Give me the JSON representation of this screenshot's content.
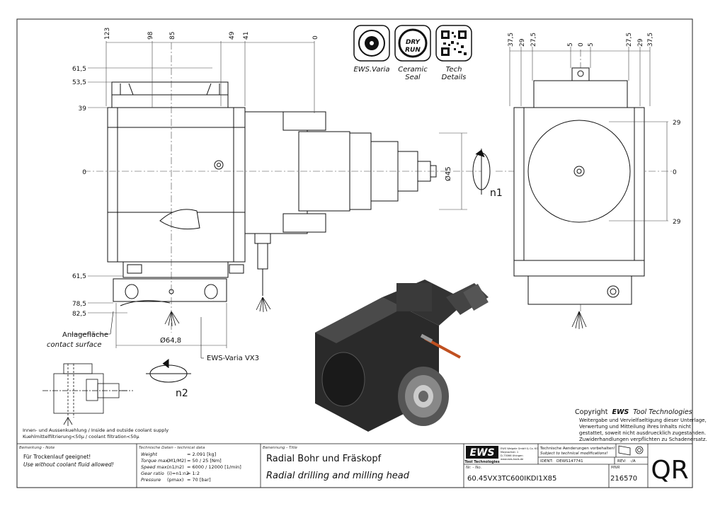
{
  "dims_top_left": [
    "123",
    "98",
    "85",
    "49",
    "41",
    "0"
  ],
  "dims_left_side": [
    "61,5",
    "53,5",
    "39",
    "0",
    "61,5",
    "78,5",
    "82,5"
  ],
  "dims_top_right": [
    "37,5",
    "29",
    "27,5",
    "5",
    "0",
    "5",
    "27,5",
    "29",
    "37,5"
  ],
  "dims_right_side": [
    "29",
    "0",
    "29"
  ],
  "diameter_45": "Ø45",
  "diameter_64": "Ø64,8",
  "n1": "n1",
  "n2": "n2",
  "anlage_de": "Anlagefläche",
  "anlage_en": "contact surface",
  "ews_varia_vx3": "EWS-Varia VX3",
  "icons": [
    {
      "name": "ews-varia-icon",
      "line1": "EWS.Varia",
      "line2": ""
    },
    {
      "name": "ceramic-seal-icon",
      "line1": "Ceramic",
      "line2": "Seal"
    },
    {
      "name": "tech-details-qr-icon",
      "line1": "Tech",
      "line2": "Details"
    }
  ],
  "dry_run_badge": [
    "DRY",
    "RUN"
  ],
  "coolant_note_1": "Innen- und Aussenkuehlung / Inside and outside coolant supply",
  "coolant_note_2": "Kuehlmittelfiltrierung<50µ / coolant filtration<50µ",
  "copyright_prefix": "Copyright",
  "copyright_brand": "EWS",
  "copyright_rest": "Tool Technologies",
  "copyright_lines": [
    "Weitergabe und Vervielfaeltigung dieser Unterlage,",
    "Verwertung und Mitteilung ihres Inhalts nicht",
    "gestattet, soweit nicht ausdruecklich zugestanden.",
    "Zuwiderhandlungen verpflichten zu Schadenersatz."
  ],
  "title_block": {
    "remarks_caption": "Bemerkung - Note",
    "remarks_de": "Für Trockenlauf geeignet!",
    "remarks_en": "Use without coolant fluid allowed!",
    "tech_caption": "Technische Daten - technical data",
    "tech_rows": [
      {
        "label": "Weight",
        "sym": "",
        "val": "= 2.091 [kg]"
      },
      {
        "label": "Torque max.",
        "sym": "(M1/M2)",
        "val": "= 50 / 25 [Nm]"
      },
      {
        "label": "Speed max.",
        "sym": "(n1/n2)",
        "val": "= 6000 / 12000 [1/min]"
      },
      {
        "label": "Gear ratio",
        "sym": "(i)=n1:n2",
        "val": "= 1:2"
      },
      {
        "label": "Pressure",
        "sym": "(pmax)",
        "val": "= 70 [bar]"
      }
    ],
    "title_caption": "Benennung - Title",
    "title_de": "Radial Bohr und Fräskopf",
    "title_en": "Radial drilling and milling head",
    "logo": "EWS",
    "logo_sub": "Tool Technologies",
    "company_lines": [
      "EWS Weigele GmbH & Co. KG",
      "Maybachstr. 1",
      "D-73066 Uhingen",
      "www.ews-tools.de"
    ],
    "changes_de": "Technische Aenderungen vorbehalten!",
    "changes_en": "Subject to technical modifications!",
    "ident_label": "IDENT:",
    "ident_value": "DEWS147741",
    "rev_label": "REV:",
    "rev_value": "-/A",
    "nr_caption": "Nr. - No.",
    "part_number": "60.45VX3TC600IKDI1X85",
    "mnr_caption": "MNR",
    "mnr_value": "216570",
    "qr_text": "QR"
  }
}
